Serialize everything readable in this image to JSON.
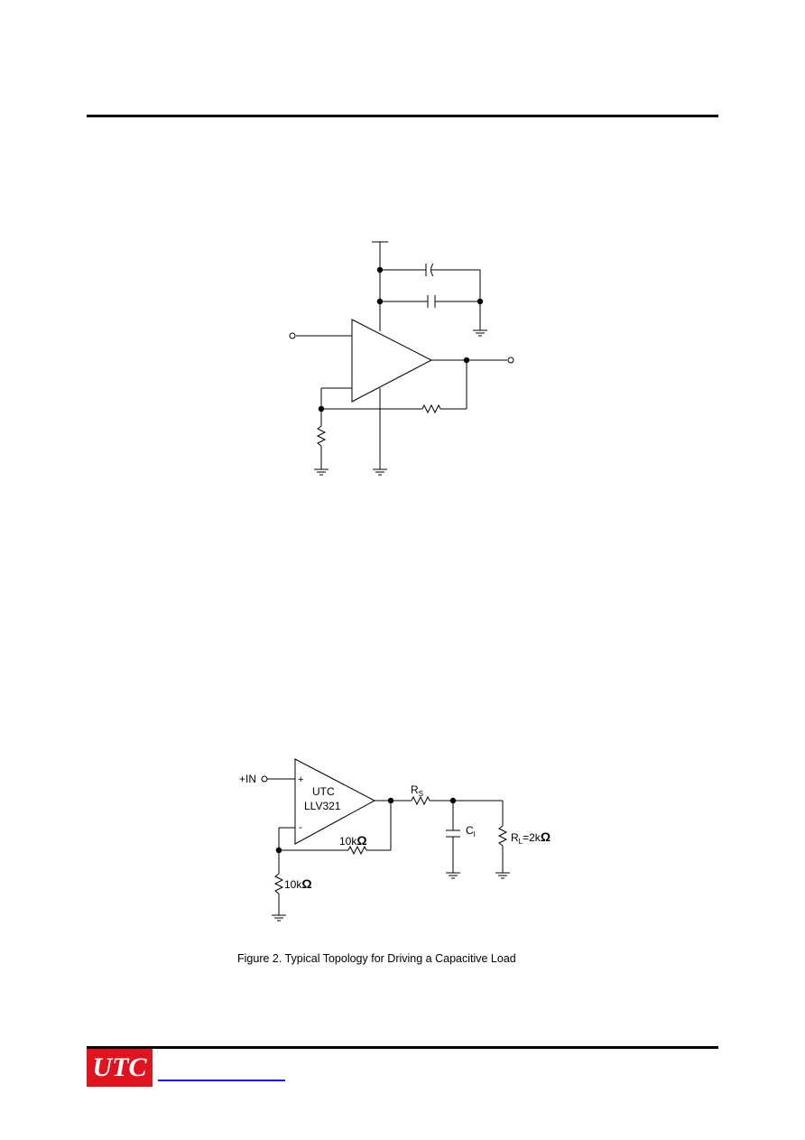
{
  "figure2": {
    "in_label": "+IN",
    "plus_label": "+",
    "minus_label": "-",
    "amp_line1": "UTC",
    "amp_line2": "LLV321",
    "rf_label": "10k",
    "rg_label": "10k",
    "rs_main": "R",
    "rs_sub": "S",
    "cl_main": "C",
    "cl_sub": "l",
    "rl_main": "R",
    "rl_sub": "L",
    "rl_val": "=2k",
    "ohm": "Ω"
  },
  "caption": "Figure 2. Typical Topology for Driving a Capacitive Load",
  "footer": {
    "logo_text": "UTC"
  }
}
